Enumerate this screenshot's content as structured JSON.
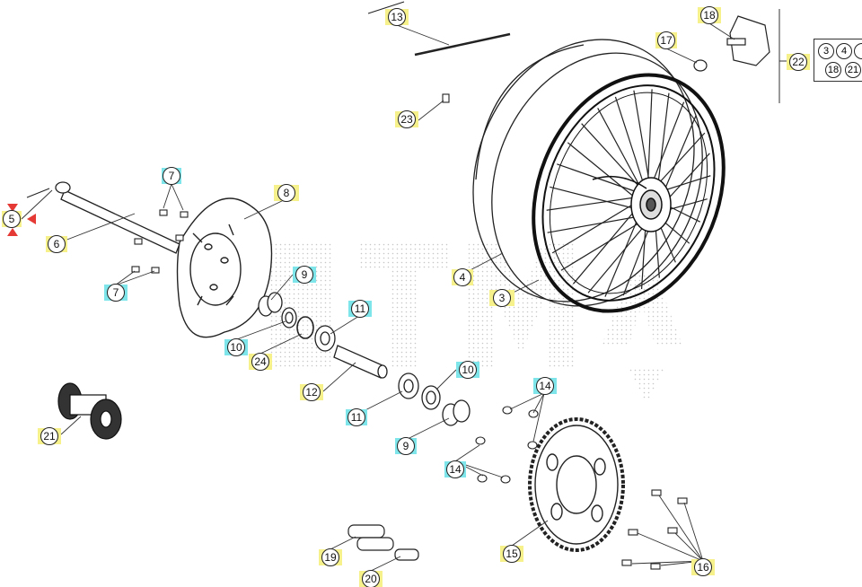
{
  "callouts": {
    "c3": "3",
    "c4": "4",
    "c5": "5",
    "c6": "6",
    "c7a": "7",
    "c7b": "7",
    "c8": "8",
    "c9a": "9",
    "c9b": "9",
    "c10a": "10",
    "c10b": "10",
    "c11a": "11",
    "c11b": "11",
    "c12": "12",
    "c13": "13",
    "c14a": "14",
    "c14b": "14",
    "c15": "15",
    "c16": "16",
    "c17": "17",
    "c18": "18",
    "c19": "19",
    "c20": "20",
    "c21": "21",
    "c22": "22",
    "c23": "23",
    "c24": "24"
  },
  "kit22_contents": [
    "3",
    "4",
    "18",
    "21"
  ],
  "watermark_text": "KTM",
  "colors": {
    "label_yellow": "#f6f18a",
    "label_cyan": "#7ee6ea",
    "marker_red": "#e53935"
  }
}
